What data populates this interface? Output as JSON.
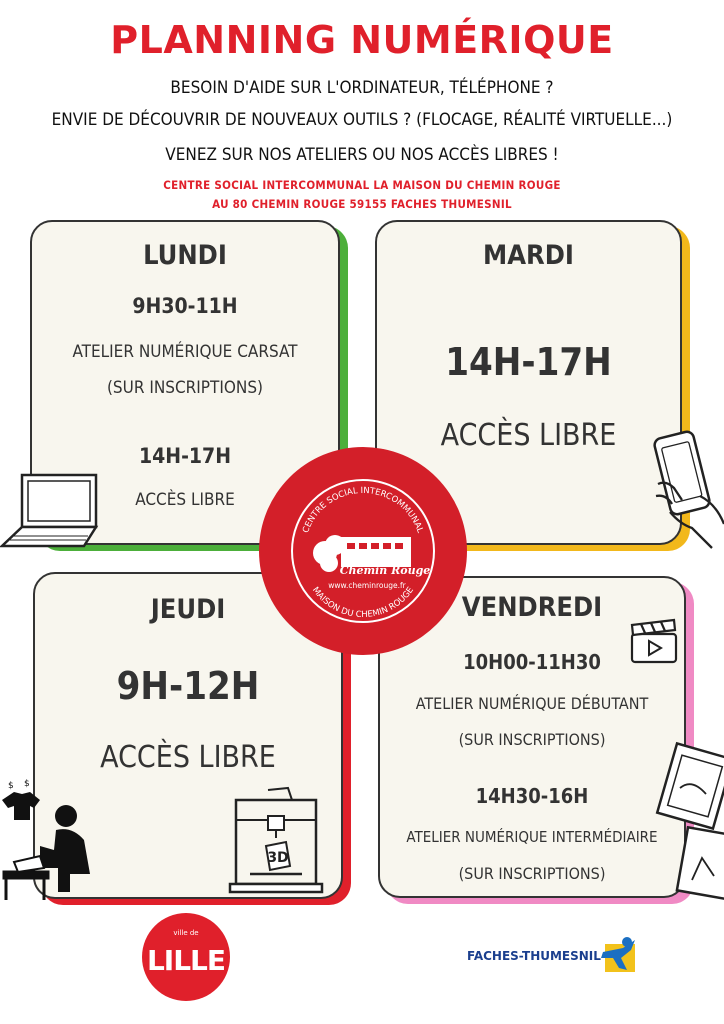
{
  "title": "PLANNING NUMÉRIQUE",
  "intro": [
    "BESOIN D'AIDE SUR L'ORDINATEUR, TÉLÉPHONE ?",
    "ENVIE DE DÉCOUVRIR DE NOUVEAUX OUTILS ? (FLOCAGE, RÉALITÉ VIRTUELLE...)",
    "VENEZ SUR NOS ATELIERS OU NOS ACCÈS LIBRES !"
  ],
  "address": [
    "CENTRE SOCIAL INTERCOMMUNAL LA MAISON DU CHEMIN ROUGE",
    "AU 80 CHEMIN ROUGE 59155 FACHES THUMESNIL"
  ],
  "colors": {
    "red": "#e0202b",
    "green": "#4caf3a",
    "yellow": "#f2b81b",
    "pink": "#f08ac4",
    "navy": "#1b3f8e"
  },
  "days": {
    "lundi": {
      "day": "LUNDI",
      "slot1_time": "9H30-11H",
      "slot1_title": "ATELIER NUMÉRIQUE CARSAT",
      "slot1_note": "(SUR INSCRIPTIONS)",
      "slot2_time": "14H-17H",
      "slot2_title": "ACCÈS LIBRE"
    },
    "mardi": {
      "day": "MARDI",
      "slot1_time": "14H-17H",
      "slot1_title": "ACCÈS LIBRE"
    },
    "jeudi": {
      "day": "JEUDI",
      "slot1_time": "9H-12H",
      "slot1_title": "ACCÈS LIBRE"
    },
    "vendredi": {
      "day": "VENDREDI",
      "slot1_time": "10H00-11H30",
      "slot1_title": "ATELIER NUMÉRIQUE DÉBUTANT",
      "slot1_note": "(SUR INSCRIPTIONS)",
      "slot2_time": "14H30-16H",
      "slot2_title": "ATELIER NUMÉRIQUE INTERMÉDIAIRE",
      "slot2_note": "(SUR INSCRIPTIONS)"
    }
  },
  "seal": {
    "top_text": "CENTRE SOCIAL INTERCOMMUNAL",
    "brand": "Chemin Rouge",
    "url": "www.cheminrouge.fr",
    "bottom_text": "MAISON DU CHEMIN ROUGE"
  },
  "logos": {
    "lille_small": "ville de",
    "lille_big": "LILLE",
    "faches": "FACHES-THUMESNIL"
  },
  "icons": [
    "laptop-icon",
    "phone-hand-icon",
    "clapperboard-icon",
    "photo-frames-icon",
    "tshirt-press-icon",
    "printer-3d-icon"
  ]
}
